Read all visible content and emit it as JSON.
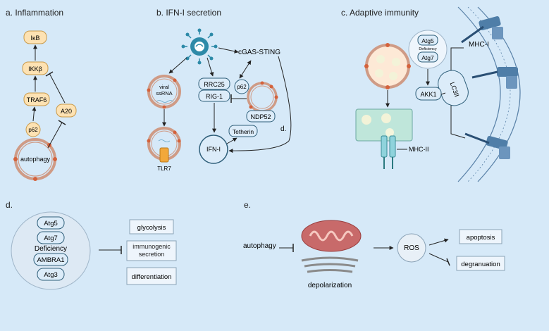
{
  "panels": {
    "a": {
      "title": "a. Inflammation",
      "nodes": {
        "ikb": "IκB",
        "ikkb": "IKKβ",
        "traf6": "TRAF6",
        "a20": "A20",
        "p62": "p62",
        "autophagy": "autophagy"
      }
    },
    "b": {
      "title": "b. IFN-I secretion",
      "nodes": {
        "cgas": "cGAS-STING",
        "viral1": "viral",
        "viral2": "ssRNA",
        "tlr7": "TLR7",
        "rrc25": "RRC25",
        "rig1": "RIG-1",
        "p62": "p62",
        "ndp52": "NDP52",
        "tetherin": "Tetherin",
        "ifn": "IFN-I",
        "d": "d."
      }
    },
    "c": {
      "title": "c. Adaptive immunity",
      "nodes": {
        "atg5": "Atg5",
        "deficiency": "Deficiency",
        "atg7": "Atg7",
        "akk1": "AKK1",
        "lc3": "LC3II",
        "mhc1": "MHC-I",
        "mhc2": "MHC-II"
      }
    },
    "d": {
      "title": "d.",
      "deficiency": {
        "items": [
          "Atg5",
          "Atg7",
          "AMBRA1",
          "Atg3"
        ],
        "label": "Deficiency"
      },
      "outcomes": [
        "glycolysis",
        "immunogenic secretion",
        "differentiation"
      ]
    },
    "e": {
      "title": "e.",
      "autophagy": "autophagy",
      "depolarization": "depolarization",
      "ros": "ROS",
      "outcomes": [
        "apoptosis",
        "degranuation"
      ]
    }
  },
  "colors": {
    "background": "#d6e9f8",
    "node_orange_fill": "#fde2b3",
    "node_orange_stroke": "#c99a4a",
    "node_blue_fill": "#dcecf9",
    "node_blue_stroke": "#2f5f7a",
    "dot": "#d4623c",
    "vesicle": "#cf9b86",
    "virus": "#2d8aa8",
    "membrane": "#5a82a8",
    "receptor": "#4f7ea8",
    "mito": "#c86a6a",
    "mhc2": "#8fd3dc",
    "text": "#222222"
  }
}
